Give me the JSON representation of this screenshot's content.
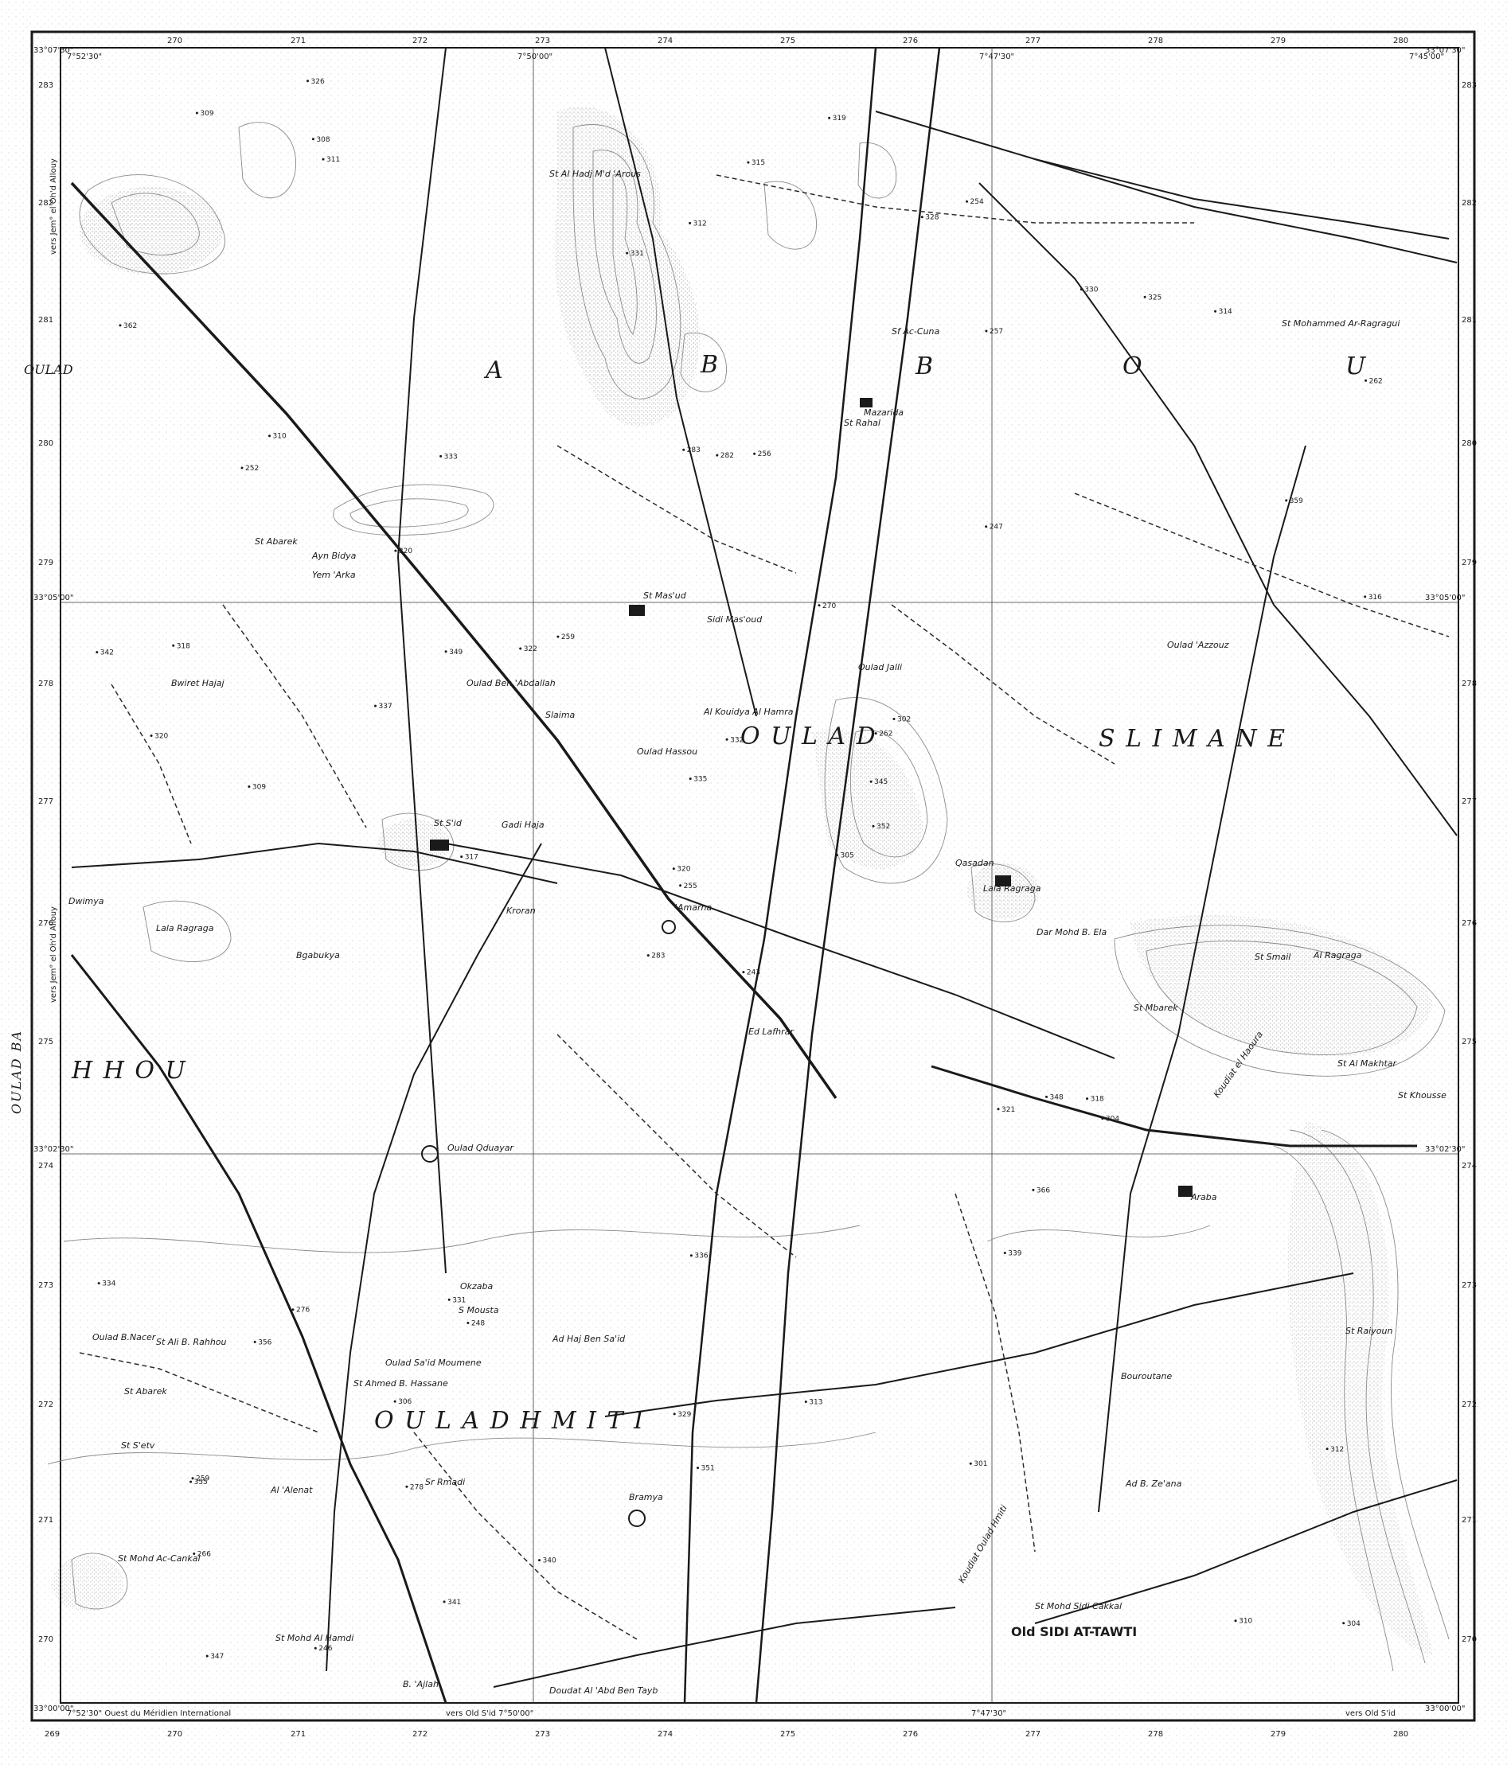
{
  "corners": {
    "top_left": "7°52'30\"",
    "top_mid1": "7°50'00\"",
    "top_mid2": "7°47'30\"",
    "top_right": "7°45'00\"",
    "lat_top": "33°07'30\"",
    "lat_mid1": "33°05'00\"",
    "lat_mid2": "33°02'30\"",
    "lat_bottom": "33°00'00\""
  },
  "margin_notes": {
    "bottom_left": "7°52'30\" Ouest du Méridien International",
    "bottom_mid1": "vers Old S'id  7°50'00\"",
    "bottom_mid2": "7°47'30\"",
    "bottom_right": "vers Old S'id",
    "left_upper": "vers Jem° el Oh'd Allouy",
    "left_lower": "vers Jem° el Oh'd Allouy"
  },
  "top_ticks": [
    "270",
    "271",
    "272",
    "273",
    "274",
    "275",
    "276",
    "277",
    "278",
    "279",
    "280"
  ],
  "bottom_ticks": [
    "269",
    "270",
    "271",
    "272",
    "273",
    "274",
    "275",
    "276",
    "277",
    "278",
    "279",
    "280"
  ],
  "left_ticks": [
    "283",
    "282",
    "281",
    "280",
    "279",
    "278",
    "277",
    "276",
    "275",
    "274",
    "273",
    "272",
    "271",
    "270"
  ],
  "right_ticks": [
    "283",
    "282",
    "281",
    "280",
    "279",
    "278",
    "277",
    "276",
    "275",
    "274",
    "273",
    "272",
    "271",
    "270"
  ],
  "regions": {
    "oulad_left": "OULAD",
    "abbou_a": "A",
    "abbou_b1": "B",
    "abbou_b2": "B",
    "abbou_o": "O",
    "abbou_u": "U",
    "oulad_slimane_1": "O U L A D",
    "oulad_slimane_2": "S L I M A N E",
    "hhou": "H H O U",
    "oulad_ba": "OULAD BA",
    "oulad_hmiti": "O U L A D   H M I T I",
    "sidi_at_tawti": "Old SIDI AT-TAWTI"
  },
  "places": {
    "p1": "St Al Hadj M'd 'Arous",
    "p2": "Sf Ac-Cuna",
    "p3": "Mazarida",
    "p4": "St Rahal",
    "p5": "St Mohammed Ar-Ragragui",
    "p6": "St Abarek",
    "p7": "Ayn Bidya",
    "p8": "Yem 'Arka",
    "p9": "St Mas'ud",
    "p10": "Sidi Mas'oud",
    "p11": "Oulad 'Azzouz",
    "p12": "Bwiret Hajaj",
    "p13": "Oulad Ben 'Abdallah",
    "p14": "Oulad Jalli",
    "p15": "Slaima",
    "p16": "Al Kouidya Al Hamra",
    "p17": "Oulad Hassou",
    "p18": "Gadi Haja",
    "p19": "St S'id",
    "p20": "Qasadan",
    "p21": "Lala Ragraga",
    "p22": "Dar Mohd B. Ela",
    "p23": "Dwimya",
    "p24": "Lala Ragraga",
    "p25": "Bgabukya",
    "p26": "Kroran",
    "p27": "'Amarna",
    "p28": "Ed Lafhrar",
    "p29": "St Mbarek",
    "p30": "St Smail",
    "p31": "Al Ragraga",
    "p32": "St Al Makhtar",
    "p33": "St Khousse",
    "p34": "Oulad Qduayar",
    "p35": "Araba",
    "p36": "Okzaba",
    "p37": "S Mousta",
    "p38": "Ad Haj Ben Sa'id",
    "p39": "Oulad B.Nacer",
    "p40": "St Ali B. Rahhou",
    "p41": "St Abarek",
    "p42": "Oulad Sa'id Moumene",
    "p43": "St Ahmed B. Hassane",
    "p44": "Bouroutane",
    "p45": "St Raiyoun",
    "p46": "St S'etv",
    "p47": "Al 'Alenat",
    "p48": "Sr Rmadi",
    "p49": "Bramya",
    "p50": "Ad B. Ze'ana",
    "p51": "St Mohd Ac-Cankal",
    "p52": "St Mohd Al Hamdi",
    "p53": "B. 'Ajlah",
    "p54": "Doudat Al 'Abd Ben Tayb",
    "p55": "St Mohd Sidi Cakkal",
    "p56": "Koudiat Oulad Hmiti",
    "p57": "Koudiat el Haoura"
  },
  "spot_heights": [
    "243",
    "252",
    "255",
    "259",
    "262",
    "248",
    "254",
    "256",
    "257",
    "305",
    "311",
    "304",
    "309",
    "262",
    "283",
    "247",
    "246",
    "283",
    "270",
    "276",
    "259",
    "266",
    "278",
    "282",
    "302",
    "304",
    "310",
    "312",
    "320",
    "321",
    "316",
    "320",
    "329",
    "335",
    "333",
    "330",
    "331",
    "310",
    "312",
    "318",
    "319",
    "322",
    "337",
    "339",
    "341",
    "342",
    "345",
    "347",
    "351",
    "352",
    "356",
    "359",
    "362",
    "366",
    "301",
    "306",
    "308",
    "309",
    "313",
    "314",
    "315",
    "317",
    "318",
    "320",
    "325",
    "326",
    "328",
    "331",
    "332",
    "334",
    "336",
    "340",
    "348",
    "349",
    "355"
  ],
  "colors": {
    "ink": "#1a1a1a",
    "contour": "#8a8a8a",
    "grid": "#3a3a3a",
    "paper": "#ffffff"
  }
}
